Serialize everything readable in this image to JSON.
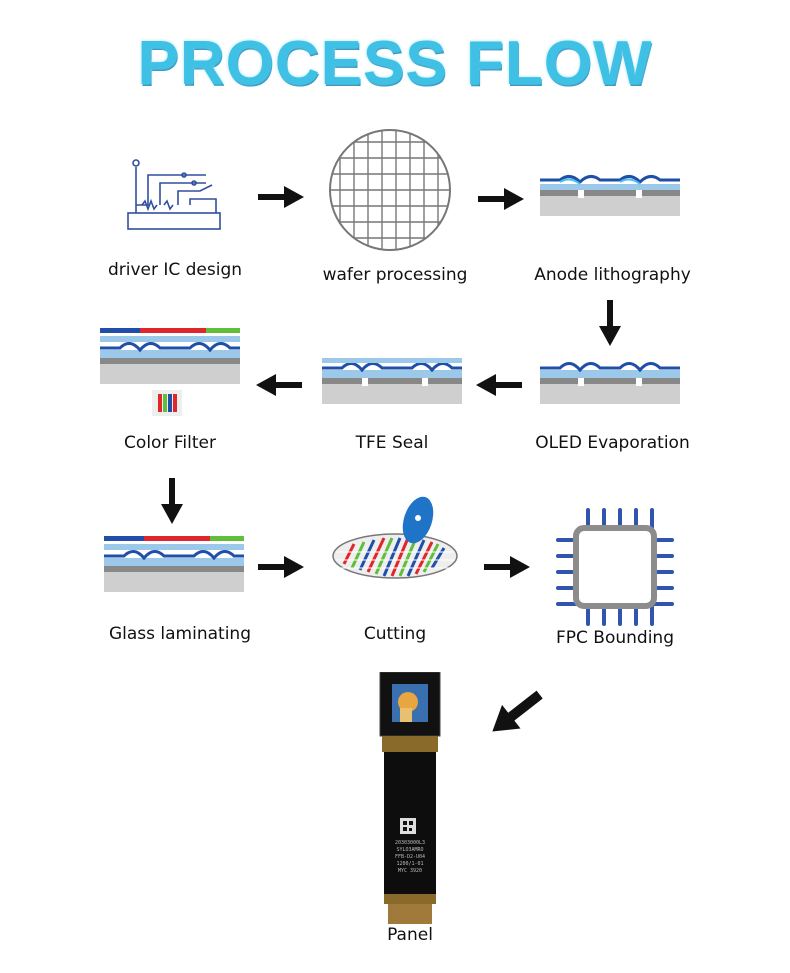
{
  "title": "PROCESS FLOW",
  "steps": [
    {
      "label": "driver IC design"
    },
    {
      "label": "wafer processing"
    },
    {
      "label": "Anode lithography"
    },
    {
      "label": "OLED Evaporation"
    },
    {
      "label": "TFE Seal"
    },
    {
      "label": "Color Filter"
    },
    {
      "label": "Glass laminating"
    },
    {
      "label": "Cutting"
    },
    {
      "label": "FPC Bounding"
    },
    {
      "label": "Panel"
    }
  ],
  "panel_text": {
    "line1": "20303000L3",
    "line2": "SYLO3AMRO",
    "line3": "FFB-D2-U04",
    "line4": "1200/1-01",
    "line5": "MYC 3920"
  },
  "colors": {
    "title": "#3fc1e6",
    "circuit": "#2f4f9f",
    "layer_blue": "#1f4fa8",
    "layer_light": "#9cc8ea",
    "red": "#e0252b",
    "green": "#5fbf3a",
    "substrate": "#cfcfcf",
    "chip_frame": "#8c8c8c"
  }
}
